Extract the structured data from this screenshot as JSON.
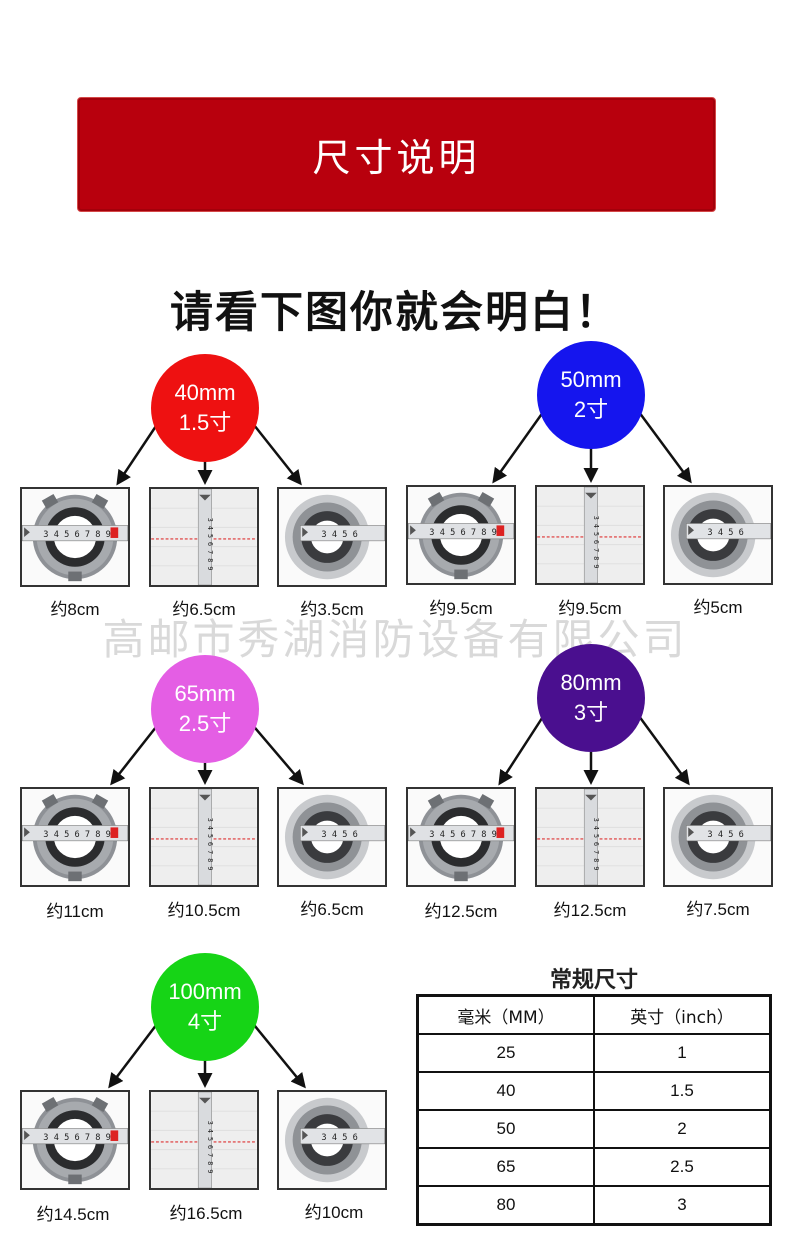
{
  "banner": {
    "title": "尺寸说明"
  },
  "subtitle": "请看下图你就会明白！",
  "watermark": "高邮市秀湖消防设备有限公司",
  "groups": [
    {
      "mm": "40mm",
      "cun": "1.5寸",
      "color": "#ee1111",
      "captions": [
        "约8cm",
        "约6.5cm",
        "约3.5cm"
      ]
    },
    {
      "mm": "50mm",
      "cun": "2寸",
      "color": "#1515ee",
      "captions": [
        "约9.5cm",
        "约9.5cm",
        "约5cm"
      ]
    },
    {
      "mm": "65mm",
      "cun": "2.5寸",
      "color": "#e45ee4",
      "captions": [
        "约11cm",
        "约10.5cm",
        "约6.5cm"
      ]
    },
    {
      "mm": "80mm",
      "cun": "3寸",
      "color": "#4a0f8f",
      "captions": [
        "约12.5cm",
        "约12.5cm",
        "约7.5cm"
      ]
    },
    {
      "mm": "100mm",
      "cun": "4寸",
      "color": "#16d416",
      "captions": [
        "约14.5cm",
        "约16.5cm",
        "约10cm"
      ]
    }
  ],
  "table": {
    "title": "常规尺寸",
    "headers": [
      "毫米（MM）",
      "英寸（inch）"
    ],
    "rows": [
      [
        "25",
        "1"
      ],
      [
        "40",
        "1.5"
      ],
      [
        "50",
        "2"
      ],
      [
        "65",
        "2.5"
      ],
      [
        "80",
        "3"
      ]
    ]
  }
}
